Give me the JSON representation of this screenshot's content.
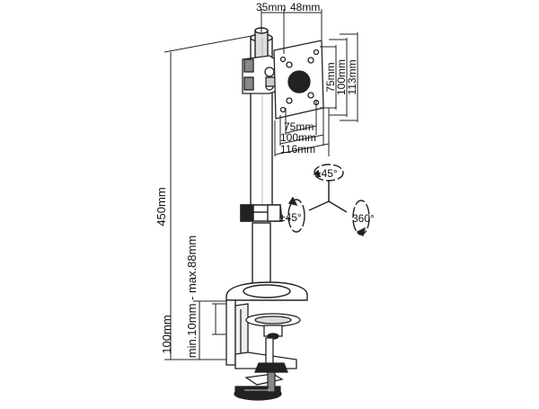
{
  "dimensions": {
    "top_left": "35mm",
    "top_right": "48mm",
    "vesa_h_75": "75mm",
    "vesa_h_100": "100mm",
    "vesa_h_113": "113mm",
    "vesa_w_75": "75mm",
    "vesa_w_100": "100mm",
    "vesa_w_116": "116mm",
    "height": "450mm",
    "clamp_range": "min.10mm - max.88mm",
    "clamp_height": "100mm"
  },
  "rotation": {
    "tilt": "±45°",
    "swivel": "±45°",
    "rotate": "360°"
  }
}
